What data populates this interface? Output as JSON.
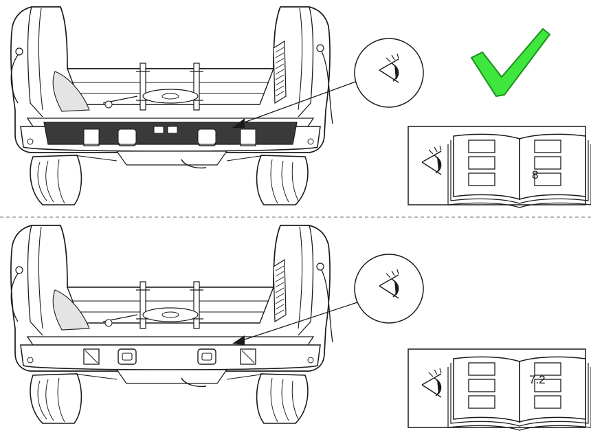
{
  "panels": [
    {
      "id": "top",
      "status": "correct",
      "check_icon": "green-checkmark-icon",
      "manual_ref": "8"
    },
    {
      "id": "bottom",
      "manual_ref": "7.2"
    }
  ],
  "colors": {
    "line": "#1a1a1a",
    "check_fill": "#3ee63e",
    "check_stroke": "#1c8f1c",
    "divider": "#9a9a9a"
  }
}
